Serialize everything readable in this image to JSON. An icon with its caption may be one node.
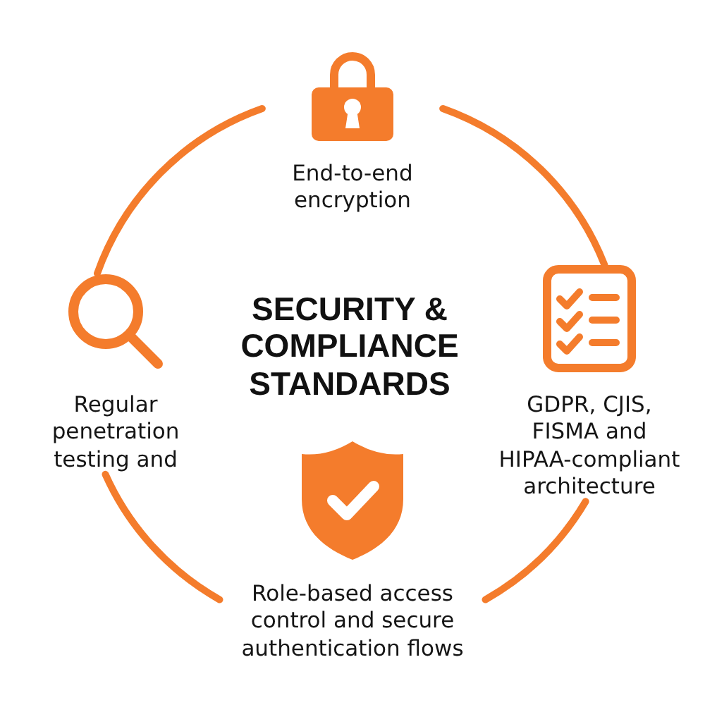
{
  "diagram": {
    "title": "SECURITY & COMPLIANCE STANDARDS",
    "nodes": [
      {
        "text": [
          "End-to-end encryption"
        ]
      },
      {
        "text": [
          "GDPR, CJIS, FISMA and HIPAA-compliant architecture"
        ]
      },
      {
        "text": [
          "Role-based access control and secure authentication flows"
        ]
      },
      {
        "text": [
          "Regular penetration testing and"
        ]
      }
    ],
    "edges": [
      {
        "from": 0,
        "to": 1,
        "arrow": "none"
      },
      {
        "from": 1,
        "to": 2,
        "arrow": "none"
      },
      {
        "from": 2,
        "to": 3,
        "arrow": "none"
      },
      {
        "from": 3,
        "to": 0,
        "arrow": "none"
      }
    ]
  }
}
